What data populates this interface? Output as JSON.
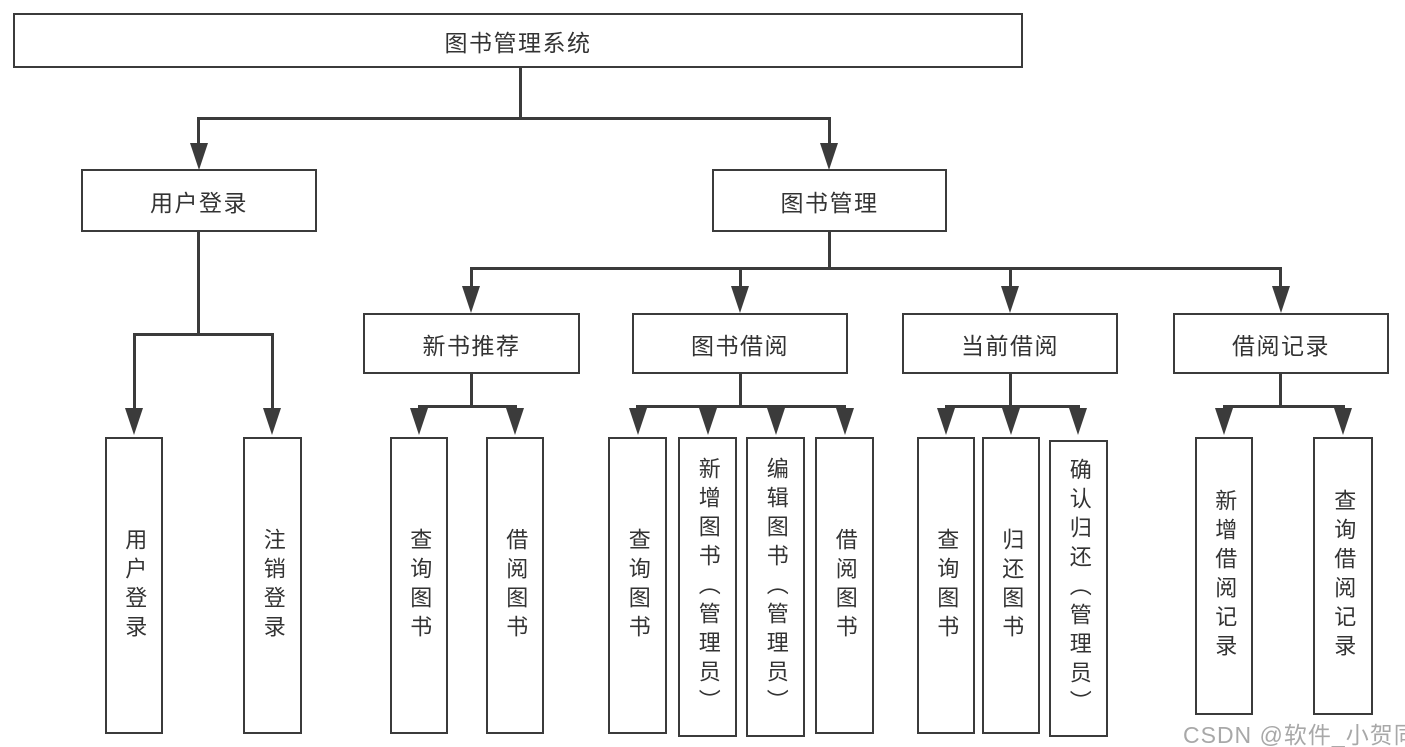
{
  "tree": {
    "root": {
      "label": "图书管理系统"
    },
    "branches": [
      {
        "label": "用户登录",
        "children": [
          {
            "label": "用户登录"
          },
          {
            "label": "注销登录"
          }
        ]
      },
      {
        "label": "图书管理",
        "children": [
          {
            "label": "新书推荐",
            "children": [
              {
                "label": "查询图书"
              },
              {
                "label": "借阅图书"
              }
            ]
          },
          {
            "label": "图书借阅",
            "children": [
              {
                "label": "查询图书"
              },
              {
                "label": "新增图书（管理员）"
              },
              {
                "label": "编辑图书（管理员）"
              },
              {
                "label": "借阅图书"
              }
            ]
          },
          {
            "label": "当前借阅",
            "children": [
              {
                "label": "查询图书"
              },
              {
                "label": "归还图书"
              },
              {
                "label": "确认归还（管理员）"
              }
            ]
          },
          {
            "label": "借阅记录",
            "children": [
              {
                "label": "新增借阅记录"
              },
              {
                "label": "查询借阅记录"
              }
            ]
          }
        ]
      }
    ]
  },
  "watermark": {
    "text": "CSDN @软件_小贺同学"
  },
  "colors": {
    "line": "#3b3b3b",
    "text": "#333333",
    "watermark": "#a8a8a8",
    "background": "#ffffff"
  }
}
